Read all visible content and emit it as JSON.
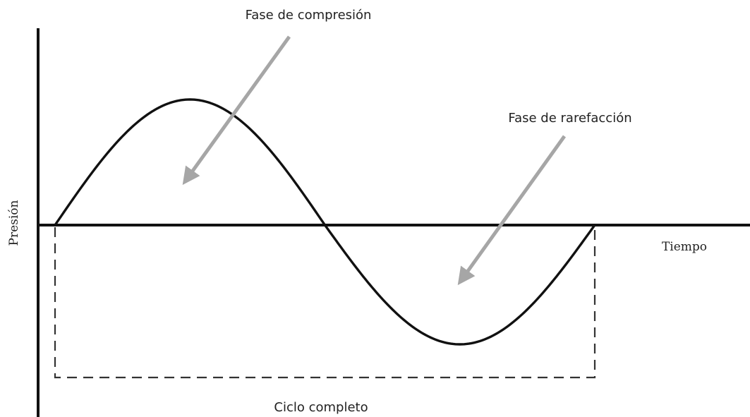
{
  "labels": {
    "compression": "Fase de compresión",
    "rarefaction": "Fase de rarefacción",
    "y_axis": "Presión",
    "x_axis": "Tiempo",
    "cycle": "Ciclo completo"
  },
  "colors": {
    "wave": "#111111",
    "axis": "#111111",
    "arrow": "#a6a6a6",
    "cycle_box": "#333333",
    "text": "#222222"
  }
}
